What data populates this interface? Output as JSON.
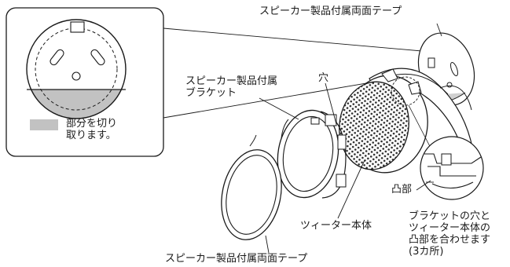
{
  "labels": {
    "tape_top": "スピーカー製品付属両面テープ",
    "bracket": [
      "スピーカー製品付属",
      "ブラケット"
    ],
    "hole": "穴",
    "cut_note": [
      "部分を切り",
      "取ります。"
    ],
    "convex": "凸部",
    "tweeter": "ツィーター本体",
    "align_note": [
      "ブラケットの穴と",
      "ツィーター本体の",
      "凸部を合わせます",
      "(3カ所)"
    ],
    "tape_bottom": "スピーカー製品付属両面テープ"
  },
  "colors": {
    "line": "#1a1a1a",
    "cut_area": "#c2c2c2",
    "mesh": "#2a2a2a",
    "background": "#ffffff"
  }
}
